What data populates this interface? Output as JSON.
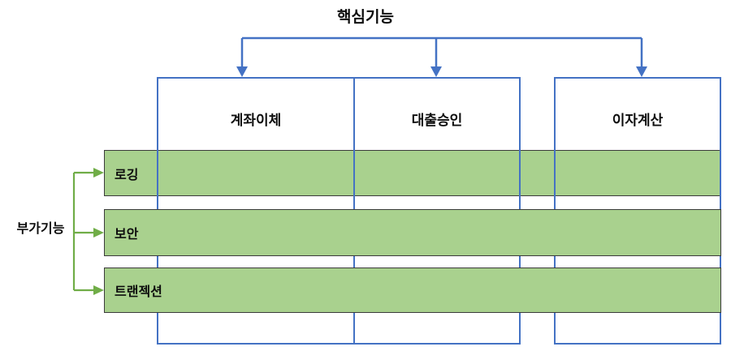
{
  "diagram": {
    "title": "핵심기능",
    "side_label": "부가기능",
    "core_color": "#4472C4",
    "aspect_color": "#70AD47",
    "aspect_fill": "#A9D18E",
    "text_color": "#0D0D0D",
    "core_columns": [
      {
        "id": "col-1",
        "label": "계좌이체"
      },
      {
        "id": "col-2",
        "label": "대출승인"
      },
      {
        "id": "col-3",
        "label": "이자계산"
      }
    ],
    "aspect_bars": [
      {
        "id": "bar-1",
        "label": "로깅"
      },
      {
        "id": "bar-2",
        "label": "보안"
      },
      {
        "id": "bar-3",
        "label": "트랜젝션"
      }
    ],
    "connectors": {
      "top_bracket_arrows": 3,
      "left_bracket_arrows": 3
    }
  }
}
